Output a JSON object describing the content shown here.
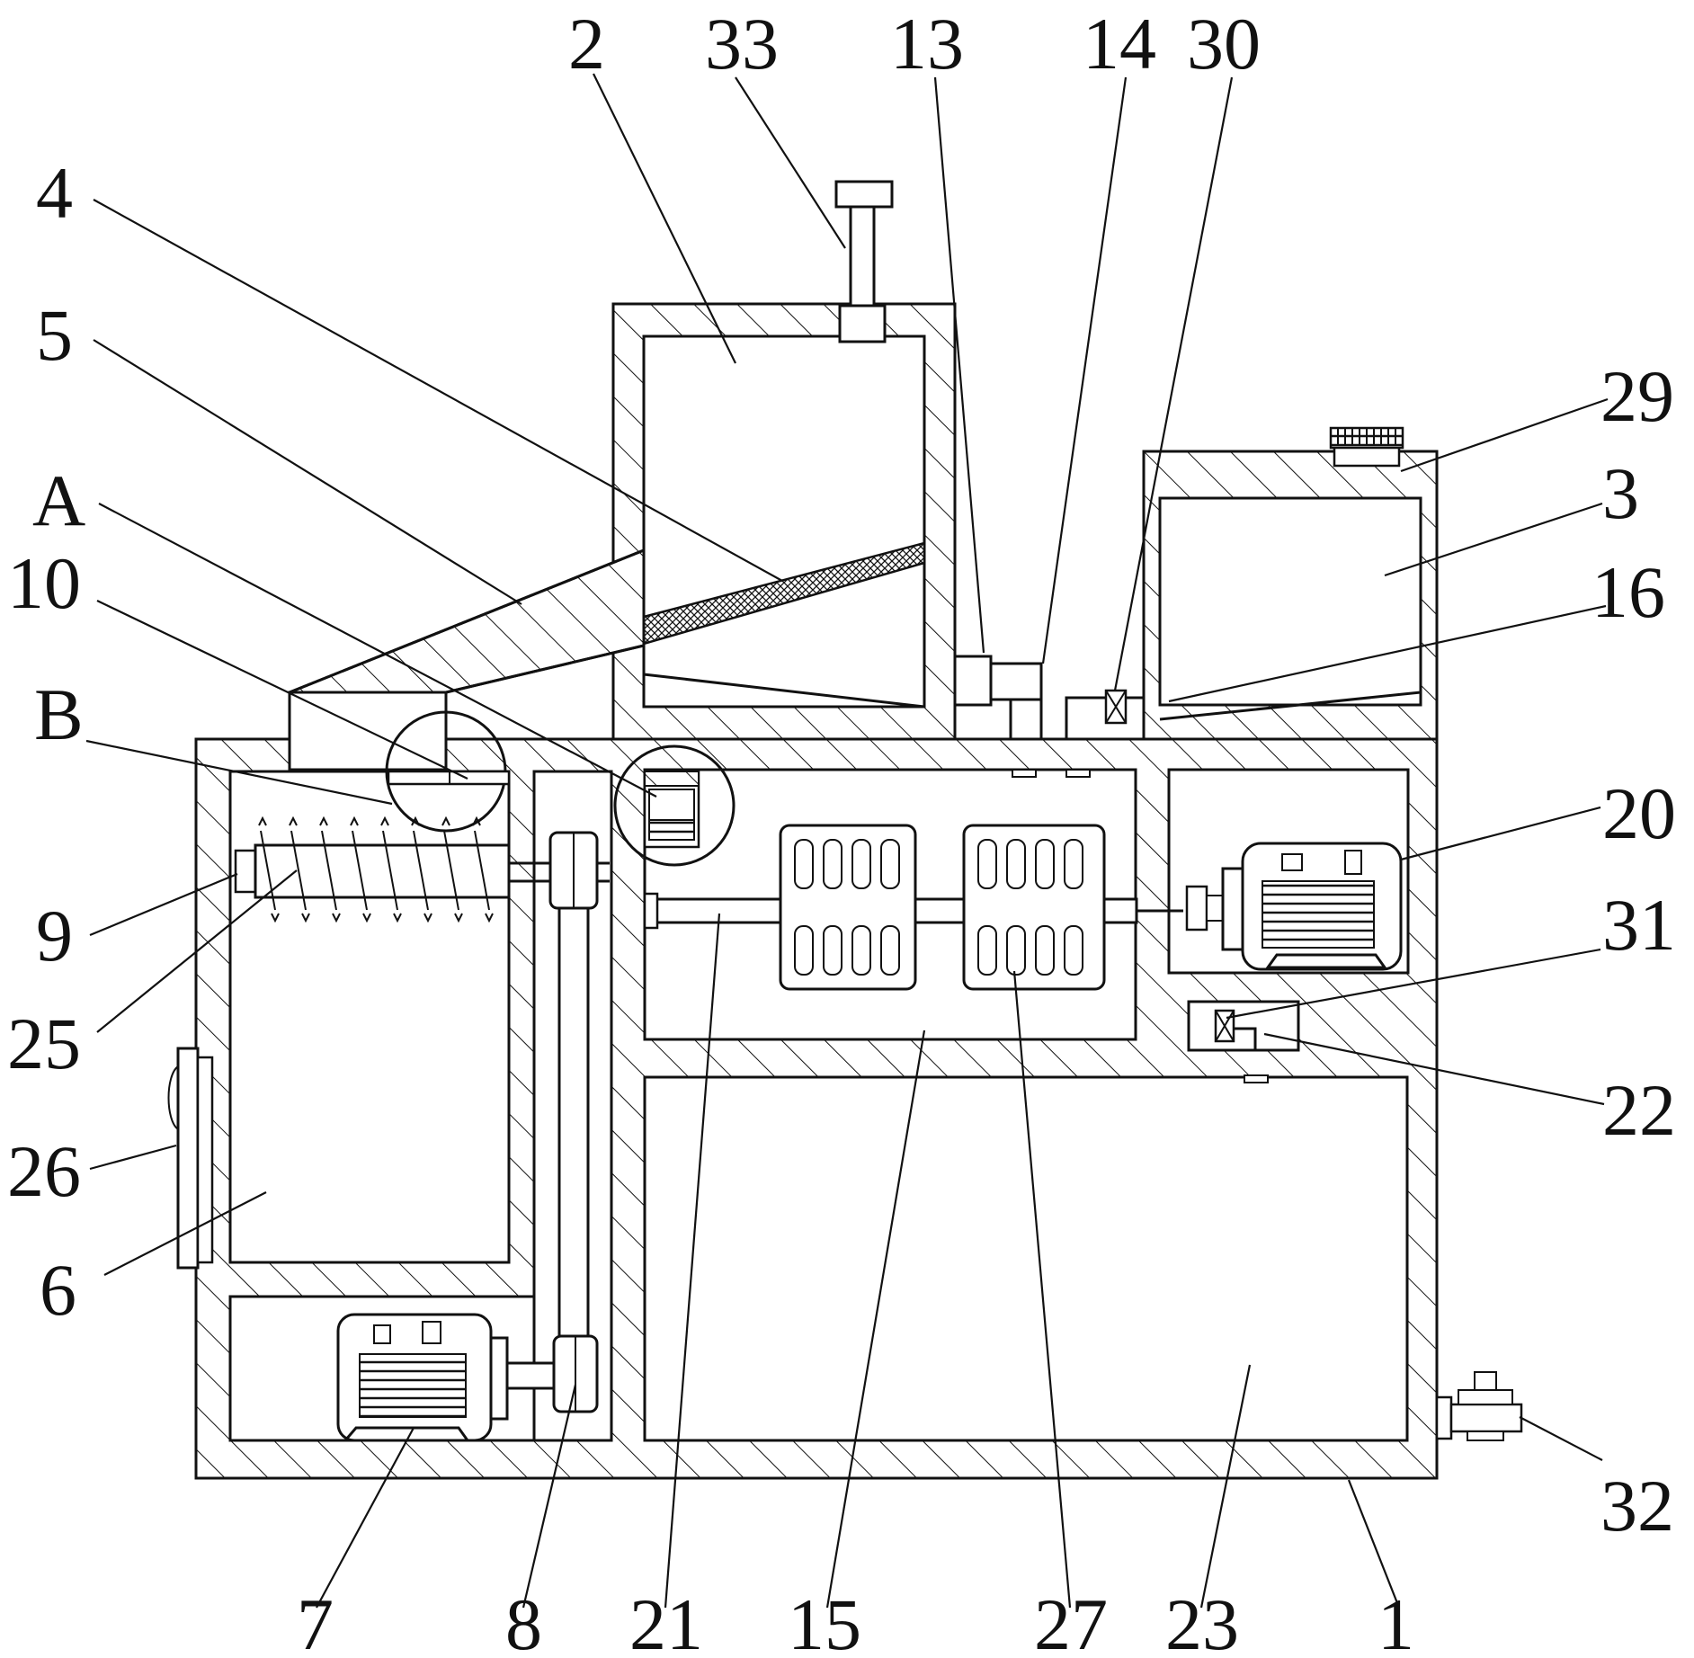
{
  "labels": {
    "l2": "2",
    "l33": "33",
    "l13": "13",
    "l14": "14",
    "l30": "30",
    "l4": "4",
    "l5": "5",
    "l29": "29",
    "l3": "3",
    "lA": "A",
    "l16": "16",
    "l10": "10",
    "lB": "B",
    "l20": "20",
    "l9": "9",
    "l31": "31",
    "l25": "25",
    "l22": "22",
    "l26": "26",
    "l6": "6",
    "l32": "32",
    "l7": "7",
    "l8": "8",
    "l21": "21",
    "l15": "15",
    "l27": "27",
    "l23": "23",
    "l1": "1"
  },
  "colors": {
    "line": "#111111",
    "background": "#ffffff"
  }
}
